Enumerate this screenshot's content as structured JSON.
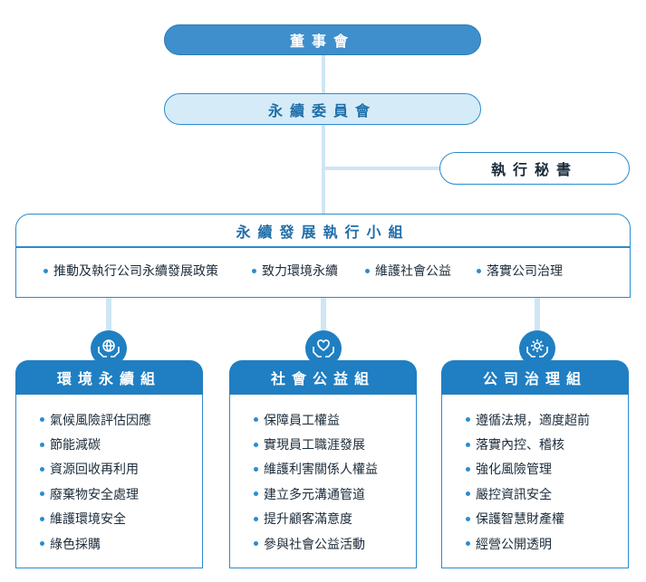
{
  "board": "董事會",
  "committee": "永續委員會",
  "secretary": "執行秘書",
  "team": {
    "title": "永續發展執行小組",
    "tasks": [
      "推動及執行公司永續發展政策",
      "致力環境永續",
      "維護社會公益",
      "落實公司治理"
    ]
  },
  "groups": [
    {
      "title": "環境永續組",
      "icon": "globe-hands-icon",
      "items": [
        "氣候風險評估因應",
        "節能減碳",
        "資源回收再利用",
        "廢棄物安全處理",
        "維護環境安全",
        "綠色採購"
      ]
    },
    {
      "title": "社會公益組",
      "icon": "heart-hands-icon",
      "items": [
        "保障員工權益",
        "實現員工職涯發展",
        "維護利害關係人權益",
        "建立多元溝通管道",
        "提升顧客滿意度",
        "參與社會公益活動"
      ]
    },
    {
      "title": "公司治理組",
      "icon": "gear-hands-icon",
      "items": [
        "遵循法規，適度超前",
        "落實內控、稽核",
        "強化風險管理",
        "嚴控資訊安全",
        "保護智慧財產權",
        "經營公開透明"
      ]
    }
  ],
  "colors": {
    "primary": "#1f7fc2",
    "light": "#d5ebf8",
    "line": "#cfe6f4"
  }
}
